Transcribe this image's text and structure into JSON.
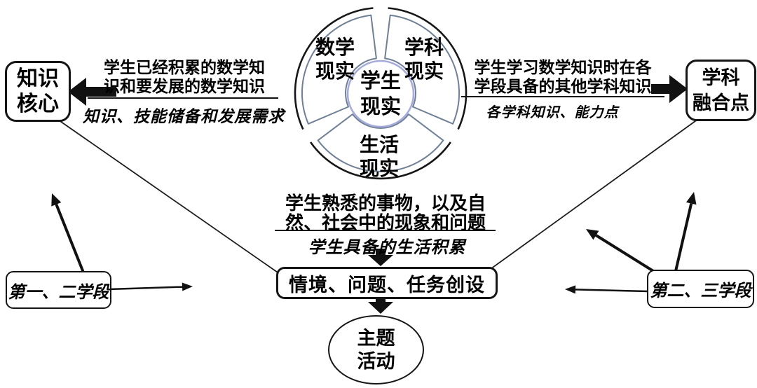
{
  "wheel": {
    "center": {
      "line1": "学生",
      "line2": "现实"
    },
    "math": {
      "line1": "数学",
      "line2": "现实"
    },
    "subject": {
      "line1": "学科",
      "line2": "现实"
    },
    "life": {
      "line1": "生活",
      "line2": "现实"
    }
  },
  "left": {
    "box_line1": "知识",
    "box_line2": "核心",
    "bold1": "学生已经积累的数学知",
    "bold2": "识和要发展的数学知识",
    "sub": "知识、技能储备和发展需求"
  },
  "right": {
    "box_line1": "学科",
    "box_line2": "融合点",
    "bold1": "学生学习数学知识时在各",
    "bold2": "学段具备的其他学科知识",
    "sub": "各学科知识、能力点"
  },
  "middle": {
    "bold1": "学生熟悉的事物，以及自",
    "bold2": "然、社会中的现象和问题",
    "sub": "学生具备的生活积累"
  },
  "creation": {
    "label": "情境、问题、任务创设"
  },
  "theme": {
    "line1": "主题",
    "line2": "活动"
  },
  "stages": {
    "left": "第一、二学段",
    "right": "第二、三学段"
  },
  "colors": {
    "ink": "#111111",
    "sector_stroke": "#6f8096",
    "hub_stroke": "#a6abdb"
  }
}
